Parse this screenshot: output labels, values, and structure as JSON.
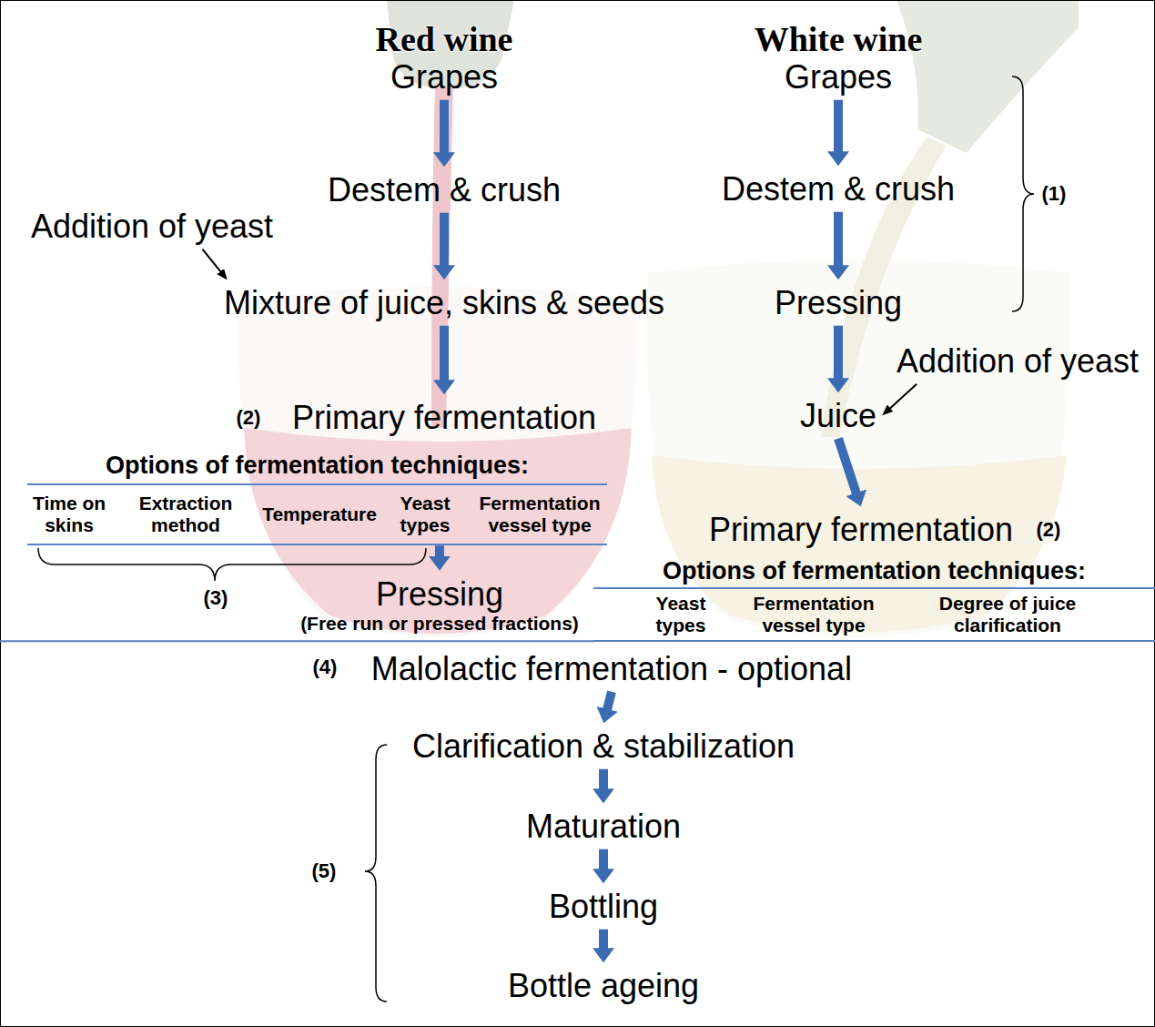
{
  "diagram": {
    "nodes": [
      {
        "text": [
          "Grapes"
        ]
      },
      {
        "text": [
          "Destem & crush"
        ]
      },
      {
        "text": [
          "Addition of yeast"
        ]
      },
      {
        "text": [
          "Mixture of juice, skins & seeds"
        ]
      },
      {
        "text": [
          "Primary fermentation"
        ]
      },
      {
        "text": [
          "Options of fermentation techniques:",
          "Time on skins",
          "Extraction method",
          "Temperature",
          "Yeast types",
          "Fermentation vessel type"
        ]
      },
      {
        "text": [
          "Pressing",
          "(Free run or pressed fractions)"
        ]
      },
      {
        "text": [
          "Grapes"
        ]
      },
      {
        "text": [
          "Destem & crush"
        ]
      },
      {
        "text": [
          "Pressing"
        ]
      },
      {
        "text": [
          "Addition of yeast"
        ]
      },
      {
        "text": [
          "Juice"
        ]
      },
      {
        "text": [
          "Primary fermentation"
        ]
      },
      {
        "text": [
          "Options of fermentation techniques:",
          "Yeast types",
          "Fermentation vessel type",
          "Degree of juice clarification"
        ]
      },
      {
        "text": [
          "Malolactic fermentation - optional"
        ]
      },
      {
        "text": [
          "Clarification & stabilization"
        ]
      },
      {
        "text": [
          "Maturation"
        ]
      },
      {
        "text": [
          "Bottling"
        ]
      },
      {
        "text": [
          "Bottle ageing"
        ]
      }
    ],
    "edges": [
      {
        "from": 0,
        "to": 1,
        "arrow": "to"
      },
      {
        "from": 1,
        "to": 3,
        "arrow": "to"
      },
      {
        "from": 2,
        "to": 3,
        "arrow": "to"
      },
      {
        "from": 3,
        "to": 4,
        "arrow": "to"
      },
      {
        "from": 5,
        "to": 6,
        "arrow": "to"
      },
      {
        "from": 7,
        "to": 8,
        "arrow": "to"
      },
      {
        "from": 8,
        "to": 9,
        "arrow": "to"
      },
      {
        "from": 9,
        "to": 11,
        "arrow": "to"
      },
      {
        "from": 10,
        "to": 11,
        "arrow": "to"
      },
      {
        "from": 11,
        "to": 12,
        "arrow": "to"
      },
      {
        "from": 14,
        "to": 15,
        "arrow": "to"
      },
      {
        "from": 15,
        "to": 16,
        "arrow": "to"
      },
      {
        "from": 16,
        "to": 17,
        "arrow": "to"
      },
      {
        "from": 17,
        "to": 18,
        "arrow": "to"
      }
    ],
    "labels": [
      "Red wine",
      "White wine",
      "(1)",
      "(2)",
      "(2)",
      "(3)",
      "(4)",
      "(5)"
    ]
  }
}
